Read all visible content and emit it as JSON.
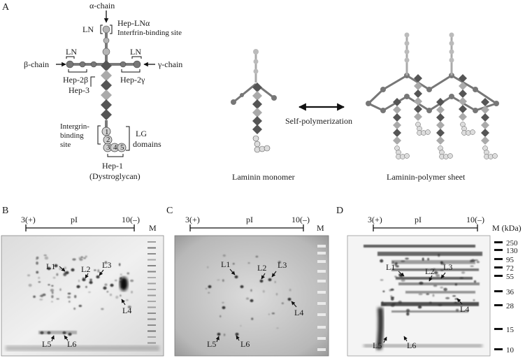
{
  "panels": {
    "A": {
      "letter": "A",
      "alpha_chain": "α-chain",
      "beta_chain": "β-chain",
      "gamma_chain": "γ-chain",
      "ln_top": "LN",
      "ln_beta": "LN",
      "ln_gamma": "LN",
      "hep_ln_alpha": "Hep-LNα",
      "interfrin_site": "Interfrin-binding site",
      "hep2beta": "Hep-2β",
      "hep3": "Hep-3",
      "hep2gamma": "Hep-2γ",
      "intergrin_line1": "Intergrin-",
      "intergrin_line2": "binding",
      "intergrin_line3": "site",
      "lg_line1": "LG",
      "lg_line2": "domains",
      "hep1": "Hep-1",
      "dystroglycan": "(Dystroglycan)",
      "lg_module_labels": [
        "1",
        "2",
        "3",
        "4",
        "5"
      ],
      "self_polymerization": "Self-polymerization",
      "monomer_label": "Laminin monomer",
      "polymer_label": "Laminin-polymer sheet"
    },
    "B": {
      "letter": "B",
      "ph_left": "3(+)",
      "pi": "pI",
      "ph_right": "10(–)",
      "marker": "M",
      "spots": [
        "L1",
        "L2",
        "L3",
        "L4",
        "L5",
        "L6"
      ]
    },
    "C": {
      "letter": "C",
      "ph_left": "3(+)",
      "pi": "pI",
      "ph_right": "10(–)",
      "marker": "M",
      "spots": [
        "L1",
        "L2",
        "L3",
        "L4",
        "L5",
        "L6"
      ]
    },
    "D": {
      "letter": "D",
      "ph_left": "3(+)",
      "pi": "pI",
      "ph_right": "10(–)",
      "marker": "M (kDa)",
      "mw_labels": [
        "250",
        "130",
        "95",
        "72",
        "55",
        "36",
        "28",
        "15",
        "10"
      ],
      "spots": [
        "L1",
        "L2",
        "L3",
        "L4",
        "L5",
        "L6"
      ]
    }
  },
  "colors": {
    "chain_dark": "#7a7a7a",
    "chain_light": "#b5b5b5",
    "diamond_dark": "#555555",
    "gel_bg": "#e8e8e8"
  }
}
